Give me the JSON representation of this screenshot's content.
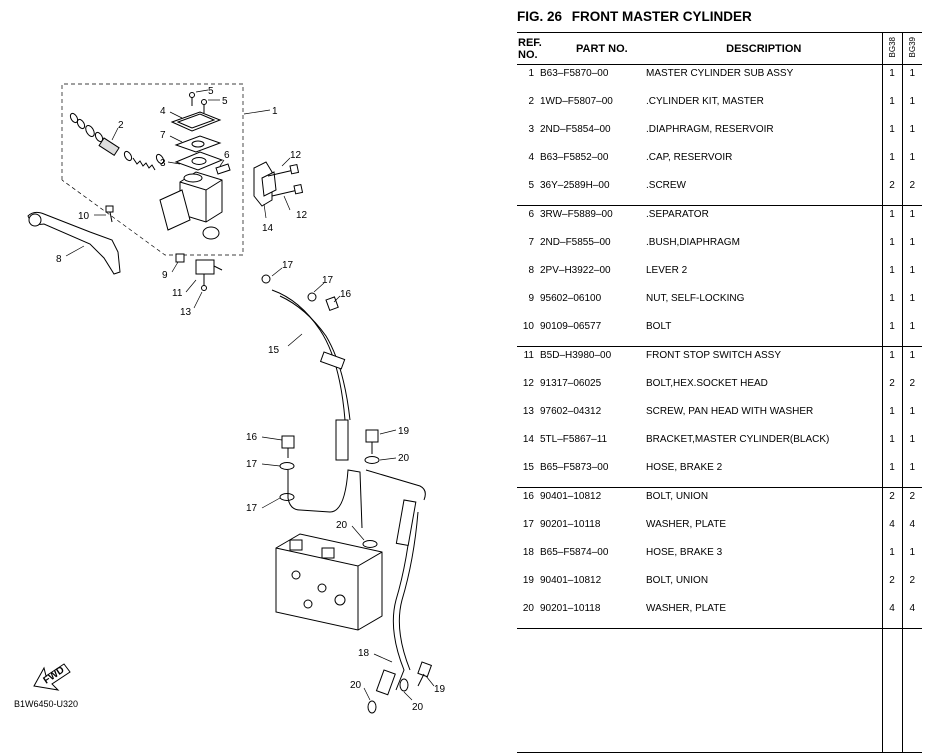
{
  "figure": {
    "number": "FIG.  26",
    "title": "FRONT MASTER CYLINDER"
  },
  "diagram_code": "B1W6450-U320",
  "fwd_label": "FWD",
  "callouts": [
    "1",
    "2",
    "3",
    "4",
    "5",
    "5",
    "6",
    "7",
    "8",
    "9",
    "10",
    "11",
    "12",
    "12",
    "13",
    "14",
    "15",
    "16",
    "16",
    "17",
    "17",
    "17",
    "17",
    "18",
    "19",
    "19",
    "20",
    "20",
    "20",
    "20"
  ],
  "table": {
    "headers": {
      "ref_line1": "REF.",
      "ref_line2": "NO.",
      "part_no": "PART NO.",
      "description": "DESCRIPTION",
      "model1": "BG38",
      "model2": "BG39"
    },
    "rows": [
      {
        "ref": "1",
        "part": "B63–F5870–00",
        "desc": "MASTER CYLINDER SUB ASSY",
        "q1": "1",
        "q2": "1"
      },
      {
        "ref": "2",
        "part": "1WD–F5807–00",
        "desc": ".CYLINDER KIT, MASTER",
        "q1": "1",
        "q2": "1"
      },
      {
        "ref": "3",
        "part": "2ND–F5854–00",
        "desc": ".DIAPHRAGM, RESERVOIR",
        "q1": "1",
        "q2": "1"
      },
      {
        "ref": "4",
        "part": "B63–F5852–00",
        "desc": ".CAP, RESERVOIR",
        "q1": "1",
        "q2": "1"
      },
      {
        "ref": "5",
        "part": "36Y–2589H–00",
        "desc": ".SCREW",
        "q1": "2",
        "q2": "2"
      },
      {
        "ref": "6",
        "part": "3RW–F5889–00",
        "desc": ".SEPARATOR",
        "q1": "1",
        "q2": "1"
      },
      {
        "ref": "7",
        "part": "2ND–F5855–00",
        "desc": ".BUSH,DIAPHRAGM",
        "q1": "1",
        "q2": "1"
      },
      {
        "ref": "8",
        "part": "2PV–H3922–00",
        "desc": "LEVER 2",
        "q1": "1",
        "q2": "1"
      },
      {
        "ref": "9",
        "part": "95602–06100",
        "desc": "NUT, SELF-LOCKING",
        "q1": "1",
        "q2": "1"
      },
      {
        "ref": "10",
        "part": "90109–06577",
        "desc": "BOLT",
        "q1": "1",
        "q2": "1"
      },
      {
        "ref": "11",
        "part": "B5D–H3980–00",
        "desc": "FRONT STOP SWITCH ASSY",
        "q1": "1",
        "q2": "1"
      },
      {
        "ref": "12",
        "part": "91317–06025",
        "desc": "BOLT,HEX.SOCKET HEAD",
        "q1": "2",
        "q2": "2"
      },
      {
        "ref": "13",
        "part": "97602–04312",
        "desc": "SCREW, PAN HEAD WITH WASHER",
        "q1": "1",
        "q2": "1"
      },
      {
        "ref": "14",
        "part": "5TL–F5867–11",
        "desc": "BRACKET,MASTER CYLINDER(BLACK)",
        "q1": "1",
        "q2": "1"
      },
      {
        "ref": "15",
        "part": "B65–F5873–00",
        "desc": "HOSE, BRAKE 2",
        "q1": "1",
        "q2": "1"
      },
      {
        "ref": "16",
        "part": "90401–10812",
        "desc": "BOLT, UNION",
        "q1": "2",
        "q2": "2"
      },
      {
        "ref": "17",
        "part": "90201–10118",
        "desc": "WASHER, PLATE",
        "q1": "4",
        "q2": "4"
      },
      {
        "ref": "18",
        "part": "B65–F5874–00",
        "desc": "HOSE, BRAKE 3",
        "q1": "1",
        "q2": "1"
      },
      {
        "ref": "19",
        "part": "90401–10812",
        "desc": "BOLT, UNION",
        "q1": "2",
        "q2": "2"
      },
      {
        "ref": "20",
        "part": "90201–10118",
        "desc": "WASHER, PLATE",
        "q1": "4",
        "q2": "4"
      }
    ]
  }
}
